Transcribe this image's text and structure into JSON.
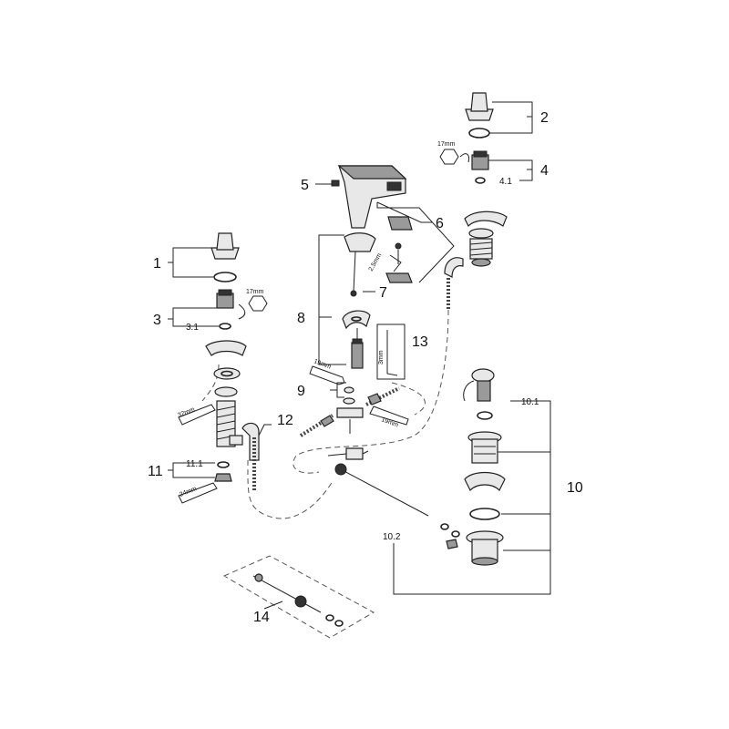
{
  "diagram": {
    "callouts": [
      {
        "id": "c1",
        "text": "1"
      },
      {
        "id": "c2",
        "text": "2"
      },
      {
        "id": "c3",
        "text": "3"
      },
      {
        "id": "c4",
        "text": "4"
      },
      {
        "id": "c5",
        "text": "5"
      },
      {
        "id": "c6",
        "text": "6"
      },
      {
        "id": "c7",
        "text": "7"
      },
      {
        "id": "c8",
        "text": "8"
      },
      {
        "id": "c9",
        "text": "9"
      },
      {
        "id": "c10",
        "text": "10"
      },
      {
        "id": "c11",
        "text": "11"
      },
      {
        "id": "c12",
        "text": "12"
      },
      {
        "id": "c13",
        "text": "13"
      },
      {
        "id": "c14",
        "text": "14"
      }
    ],
    "sub_labels": {
      "c3_1": "3.1",
      "c4_1": "4.1",
      "c10_1": "10.1",
      "c10_2": "10.2",
      "c11_1": "11.1"
    },
    "tool_labels": {
      "wrench_17mm_left": "17mm",
      "wrench_17mm_right": "17mm",
      "hex_2_5mm": "2.5mm",
      "hex_3mm": "3mm",
      "wrench_19mm_left": "19mm",
      "wrench_19mm_right": "19mm",
      "wrench_32mm": "32mm",
      "wrench_24mm": "24mm"
    }
  }
}
